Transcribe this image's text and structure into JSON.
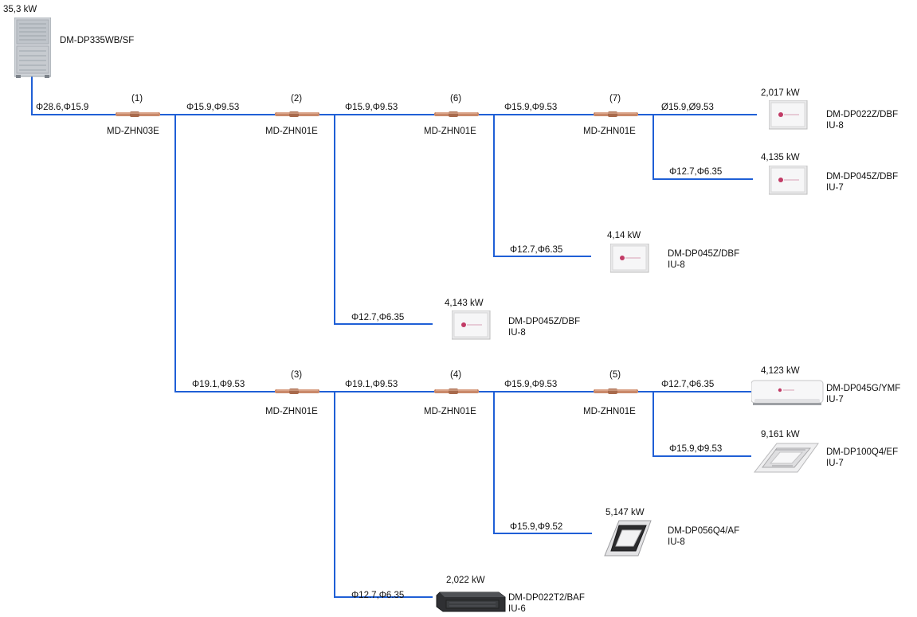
{
  "outdoor": {
    "capacity": "35,3  kW",
    "model": "DM-DP335WB/SF"
  },
  "branches": [
    {
      "num": "(1)",
      "model": "MD-ZHN03E"
    },
    {
      "num": "(2)",
      "model": "MD-ZHN01E"
    },
    {
      "num": "(6)",
      "model": "MD-ZHN01E"
    },
    {
      "num": "(7)",
      "model": "MD-ZHN01E"
    },
    {
      "num": "(3)",
      "model": "MD-ZHN01E"
    },
    {
      "num": "(4)",
      "model": "MD-ZHN01E"
    },
    {
      "num": "(5)",
      "model": "MD-ZHN01E"
    }
  ],
  "pipes": [
    "Φ28.6,Φ15.9",
    "Φ15.9,Φ9.53",
    "Φ15.9,Φ9.53",
    "Φ15.9,Φ9.53",
    "Ø15.9,Ø9.53",
    "Φ12.7,Φ6.35",
    "Φ12.7,Φ6.35",
    "Φ12.7,Φ6.35",
    "Φ19.1,Φ9.53",
    "Φ19.1,Φ9.53",
    "Φ15.9,Φ9.53",
    "Φ12.7,Φ6.35",
    "Φ15.9,Φ9.53",
    "Φ15.9,Φ9.52",
    "Φ12.7,Φ6.35"
  ],
  "indoor_units": [
    {
      "capacity": "2,017  kW",
      "model": "DM-DP022Z/DBF",
      "id": "IU-8",
      "type": "cassette-panel-icon"
    },
    {
      "capacity": "4,135  kW",
      "model": "DM-DP045Z/DBF",
      "id": "IU-7",
      "type": "cassette-panel-icon"
    },
    {
      "capacity": "4,14  kW",
      "model": "DM-DP045Z/DBF",
      "id": "IU-8",
      "type": "cassette-panel-icon"
    },
    {
      "capacity": "4,143  kW",
      "model": "DM-DP045Z/DBF",
      "id": "IU-8",
      "type": "cassette-panel-icon"
    },
    {
      "capacity": "4,123  kW",
      "model": "DM-DP045G/YMF",
      "id": "IU-7",
      "type": "wall-split-icon"
    },
    {
      "capacity": "9,161  kW",
      "model": "DM-DP100Q4/EF",
      "id": "IU-7",
      "type": "four-way-cassette-icon"
    },
    {
      "capacity": "5,147  kW",
      "model": "DM-DP056Q4/AF",
      "id": "IU-8",
      "type": "four-way-cassette-icon"
    },
    {
      "capacity": "2,022  kW",
      "model": "DM-DP022T2/BAF",
      "id": "IU-6",
      "type": "ducted-unit-icon"
    }
  ],
  "colors": {
    "pipe": "#1f5fd6",
    "joint": "#c9896a",
    "text": "#111111"
  }
}
